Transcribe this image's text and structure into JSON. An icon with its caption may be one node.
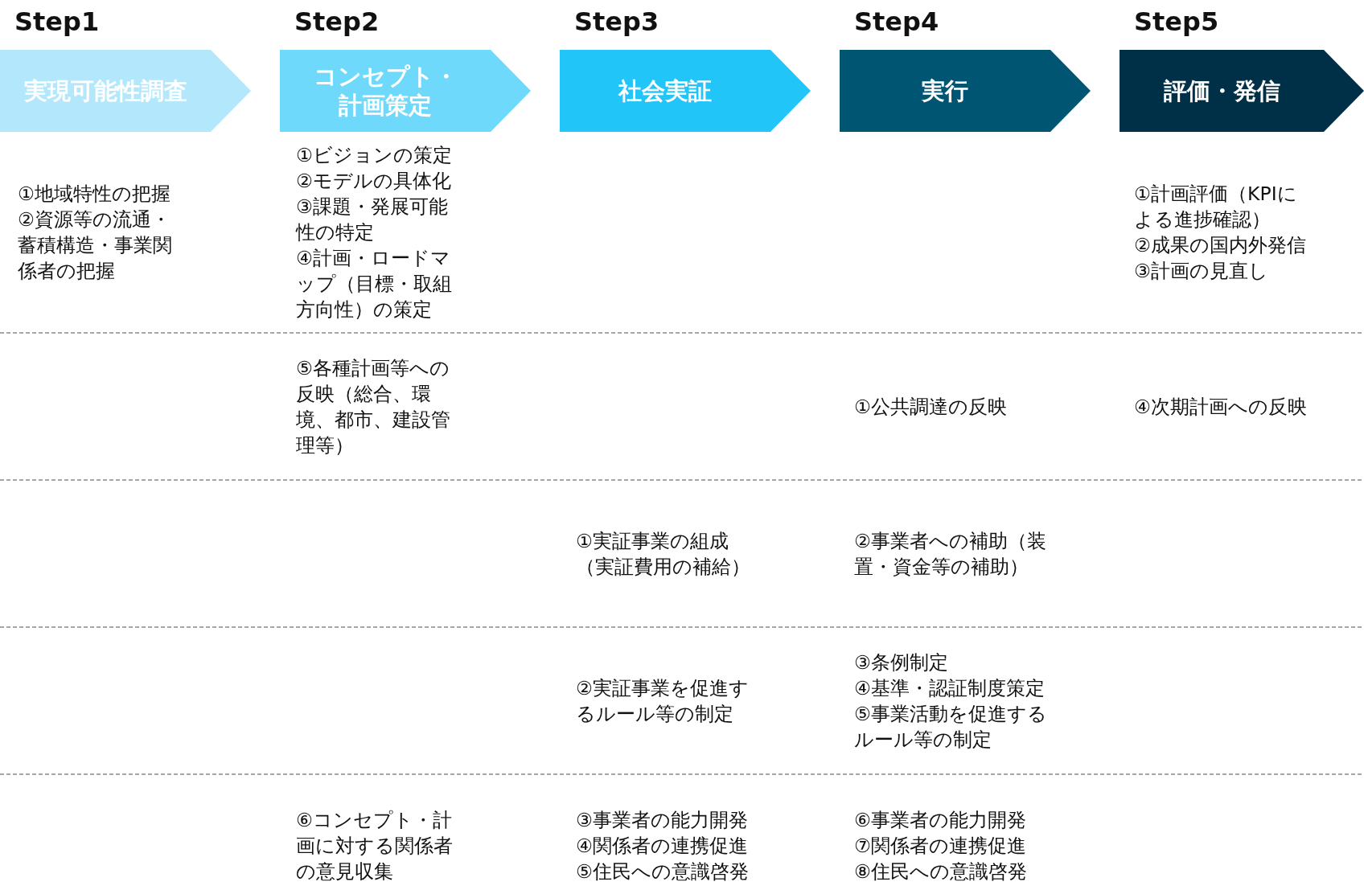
{
  "diagram": {
    "nodes": [
      {
        "text": [
          "Step1",
          "実現可能性調査"
        ]
      },
      {
        "text": [
          "Step2",
          "コンセプト・計画策定"
        ]
      },
      {
        "text": [
          "Step3",
          "社会実証"
        ]
      },
      {
        "text": [
          "Step4",
          "実行"
        ]
      },
      {
        "text": [
          "Step5",
          "評価・発信"
        ]
      }
    ],
    "labels": [
      "①地域特性の把握",
      "②資源等の流通・蓄積構造・事業関係者の把握",
      "①ビジョンの策定",
      "②モデルの具体化",
      "③課題・発展可能性の特定",
      "④計画・ロードマップ（目標・取組方向性）の策定",
      "①計画評価（KPIによる進捗確認）",
      "②成果の国内外発信",
      "③計画の見直し",
      "⑤各種計画等への反映（総合、環境、都市、建設管理等）",
      "①公共調達の反映",
      "④次期計画への反映",
      "①実証事業の組成（実証費用の補給）",
      "②事業者への補助（装置・資金等の補助）",
      "②実証事業を促進するルール等の制定",
      "③条例制定",
      "④基準・認証制度策定",
      "⑤事業活動を促進するルール等の制定",
      "⑥コンセプト・計画に対する関係者の意見収集",
      "③事業者の能力開発",
      "④関係者の連携促進",
      "⑤住民への意識啓発",
      "⑥事業者の能力開発",
      "⑦関係者の連携促進",
      "⑧住民への意識啓発"
    ]
  }
}
